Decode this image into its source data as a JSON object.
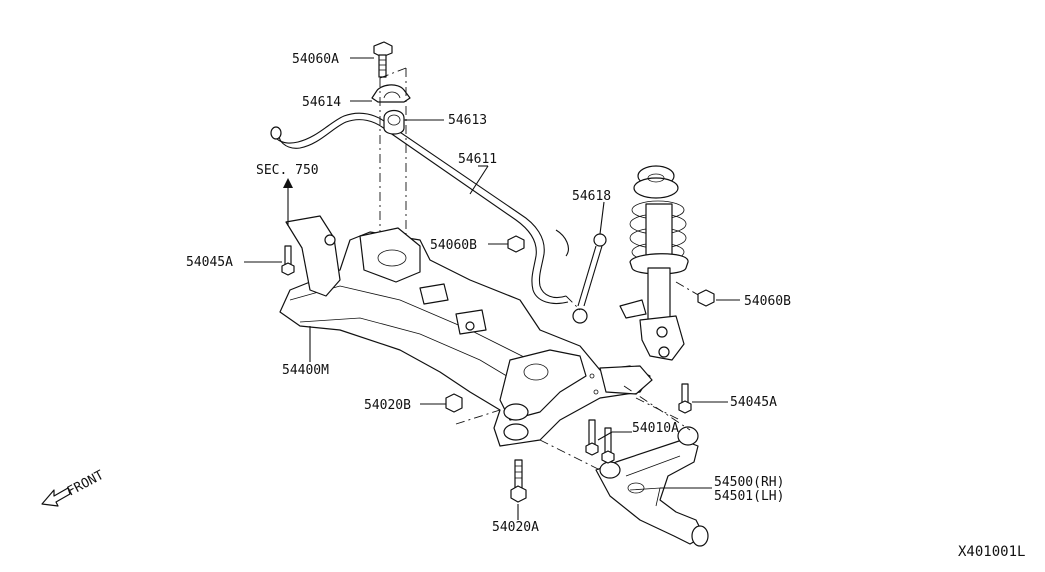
{
  "diagram": {
    "labels": {
      "bolt_top": "54060A",
      "clamp": "54614",
      "bushing": "54613",
      "stabilizer_bar": "54611",
      "link": "54618",
      "sec_ref": "SEC. 750",
      "nut_left": "54060B",
      "nut_right": "54060B",
      "bolt_left": "54045A",
      "bolt_right": "54045A",
      "member": "54400M",
      "nut_lower": "54020B",
      "bolts_center": "54010A",
      "bolt_bottom": "54020A",
      "arm_rh": "54500(RH)",
      "arm_lh": "54501(LH)",
      "front": "FRONT"
    },
    "diagram_number": "X401001L"
  }
}
